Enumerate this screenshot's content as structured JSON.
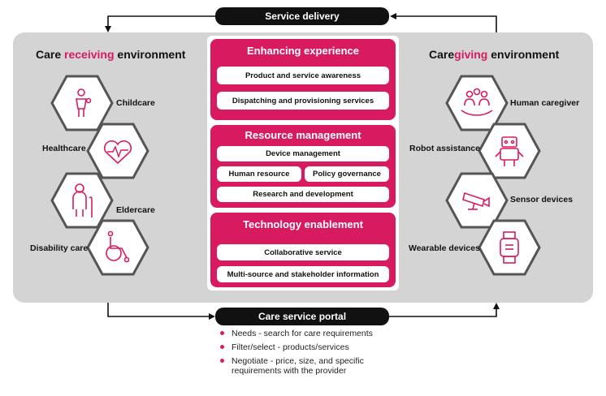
{
  "top_pill": "Service delivery",
  "bottom_pill": "Care service portal",
  "left_env": {
    "title_pre": "Care ",
    "title_accent": "receiving",
    "title_post": " environment",
    "items": [
      {
        "label": "Childcare",
        "icon": "child-icon"
      },
      {
        "label": "Healthcare",
        "icon": "heart-pulse-icon"
      },
      {
        "label": "Eldercare",
        "icon": "elder-icon"
      },
      {
        "label": "Disability care",
        "icon": "wheelchair-icon"
      }
    ]
  },
  "right_env": {
    "title_pre": "Care",
    "title_accent": "giving",
    "title_post": " environment",
    "items": [
      {
        "label": "Human caregiver",
        "icon": "hands-people-icon"
      },
      {
        "label": "Robot assistance",
        "icon": "robot-icon"
      },
      {
        "label": "Sensor devices",
        "icon": "camera-icon"
      },
      {
        "label": "Wearable devices",
        "icon": "smartwatch-icon"
      }
    ]
  },
  "sections": [
    {
      "title": "Enhancing experience",
      "boxes": [
        "Product and service awareness",
        "Dispatching and provisioning services"
      ]
    },
    {
      "title": "Resource management",
      "boxes": [
        "Device management",
        "Human resource",
        "Policy governance",
        "Research and development"
      ]
    },
    {
      "title": "Technology enablement",
      "boxes": [
        "Collaborative service",
        "Multi-source and stakeholder information"
      ]
    }
  ],
  "portal_notes": [
    "Needs - search for care requirements",
    "Filter/select - products/services",
    "Negotiate - price, size, and specific requirements with the provider"
  ],
  "colors": {
    "accent": "#d81b60",
    "panel": "#d4d4d4",
    "pill": "#111111"
  }
}
